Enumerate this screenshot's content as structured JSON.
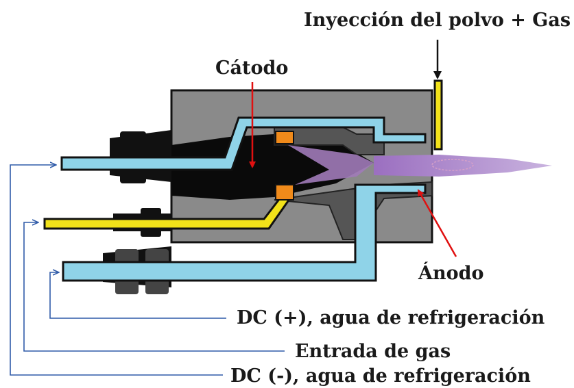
{
  "labels": {
    "powder_injection": "Inyección del polvo + Gas",
    "cathode": "Cátodo",
    "anode": "Ánodo",
    "dc_plus": "DC (+), agua de refrigeración",
    "gas_inlet": "Entrada de gas",
    "dc_minus": "DC (-), agua de refrigeración"
  },
  "colors": {
    "body": "#8a8a8a",
    "body_dark": "#555555",
    "water": "#8fd3e8",
    "gas_line": "#f2e21a",
    "cathode": "#0a0a0a",
    "plasma": "#a07ab8",
    "orange": "#f08a1a",
    "red_arrow": "#e01010",
    "blue_line": "#2f5aa8"
  }
}
